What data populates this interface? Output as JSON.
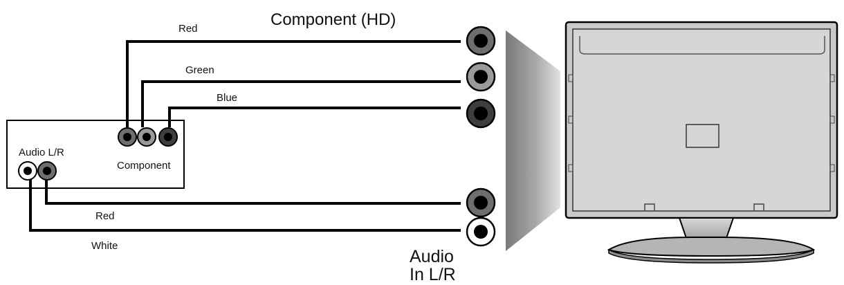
{
  "labels": {
    "component_hd": "Component (HD)",
    "audio_in_line1": "Audio",
    "audio_in_line2": "In L/R",
    "device_audio_lr": "Audio L/R",
    "device_component": "Component"
  },
  "cables": {
    "red_component": "Red",
    "green_component": "Green",
    "blue_component": "Blue",
    "red_audio": "Red",
    "white_audio": "White"
  },
  "colors": {
    "red_jack": "#6e6e6e",
    "green_jack": "#9a9a9a",
    "blue_jack": "#3e3e3e",
    "white_jack": "#ffffff",
    "cable": "#000000",
    "tv_panel": "#d6d6d6",
    "tv_frame": "#c9c9c9"
  }
}
